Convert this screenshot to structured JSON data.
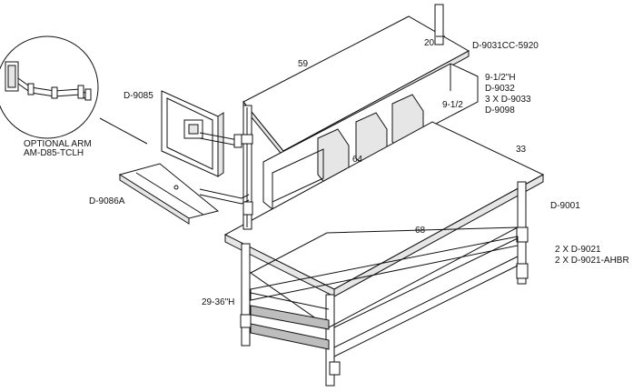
{
  "labels": {
    "dim_20": "20",
    "part_shelf": "D-9031CC-5920",
    "dim_59": "59",
    "height_note": "9-1/2\"H",
    "part_9032": "D-9032",
    "part_9033": "3 X D-9033",
    "part_9098": "D-9098",
    "dim_9_1_2": "9-1/2",
    "dim_33": "33",
    "dim_64": "64",
    "part_9085": "D-9085",
    "optional_arm_title": "OPTIONAL ARM",
    "optional_arm_part": "AM-D85-TCLH",
    "part_9086A": "D-9086A",
    "part_9001": "D-9001",
    "dim_68": "68",
    "part_9021": "2 X D-9021",
    "part_9021_ahbr": "2 X D-9021-AHBR",
    "dim_height_range": "29-36\"H"
  }
}
